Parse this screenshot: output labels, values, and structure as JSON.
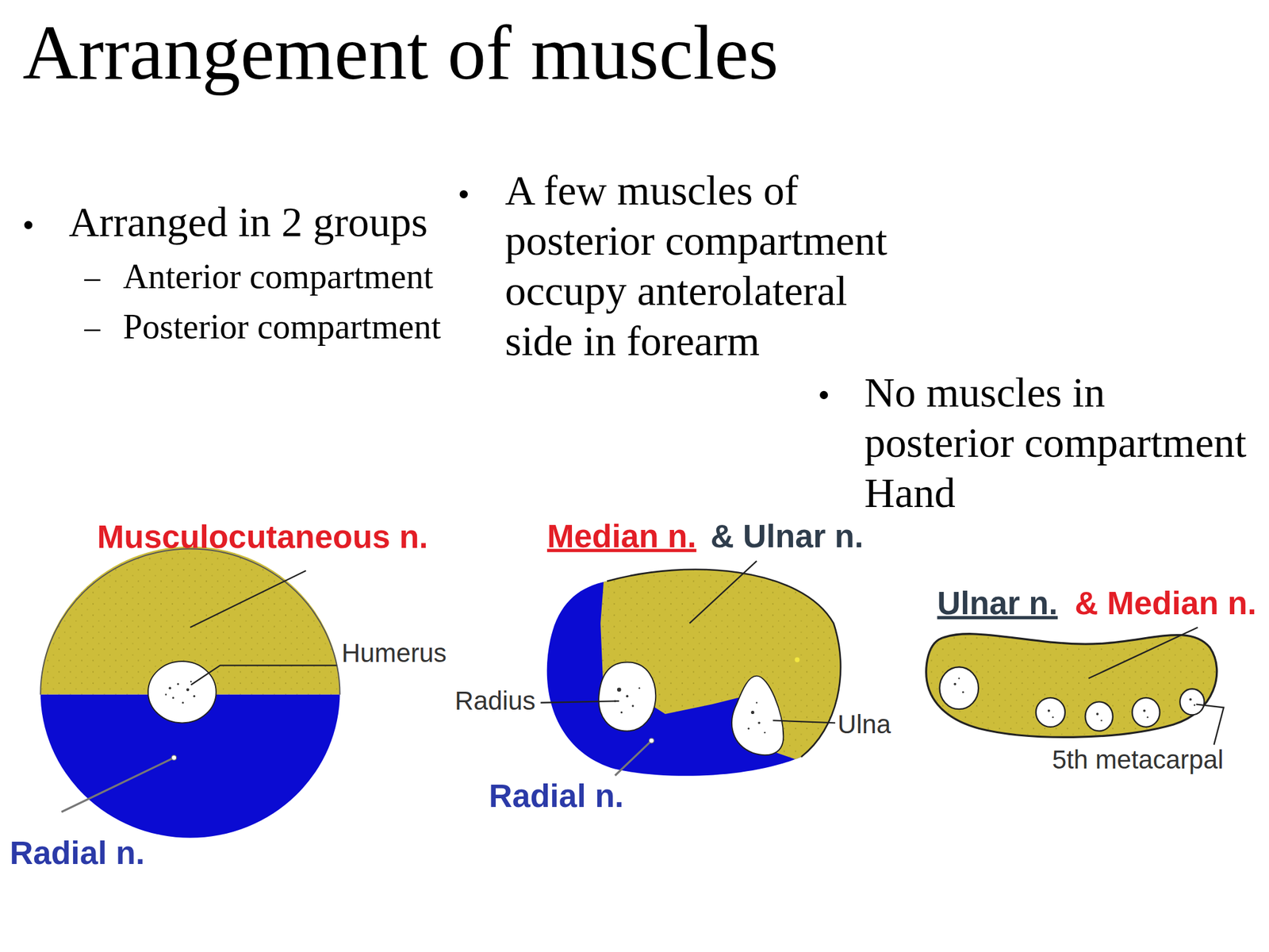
{
  "diagram": {
    "title": "Arrangement of muscles",
    "labels": [
      "Arranged in 2 groups",
      "Anterior compartment",
      "Posterior compartment",
      "A few muscles of posterior compartment occupy anterolateral side in forearm",
      "No muscles in posterior compartment Hand",
      "Musculocutaneous n.",
      "Humerus",
      "Radial n.",
      "Median n.",
      "& Ulnar n.",
      "Radius",
      "Ulna",
      "Radial n.",
      "Ulnar n.",
      "& Median n.",
      "5th metacarpal"
    ]
  }
}
